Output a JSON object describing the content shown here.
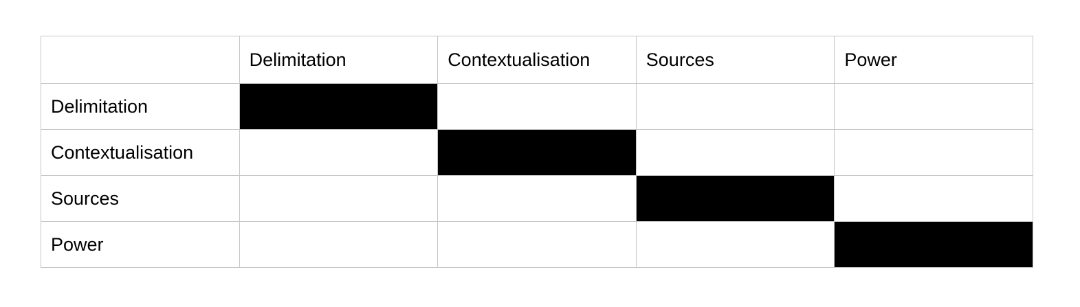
{
  "colors": {
    "fill": "#000000",
    "border": "#c6c6c6",
    "background": "#ffffff"
  },
  "table": {
    "corner_header": "",
    "column_headers": [
      "Delimitation",
      "Contextualisation",
      "Sources",
      "Power"
    ],
    "rows": [
      {
        "label": "Delimitation",
        "cells": [
          "filled",
          "empty",
          "empty",
          "empty"
        ]
      },
      {
        "label": "Contextualisation",
        "cells": [
          "empty",
          "filled",
          "empty",
          "empty"
        ]
      },
      {
        "label": "Sources",
        "cells": [
          "empty",
          "empty",
          "filled",
          "empty"
        ]
      },
      {
        "label": "Power",
        "cells": [
          "empty",
          "empty",
          "empty",
          "filled"
        ]
      }
    ]
  }
}
